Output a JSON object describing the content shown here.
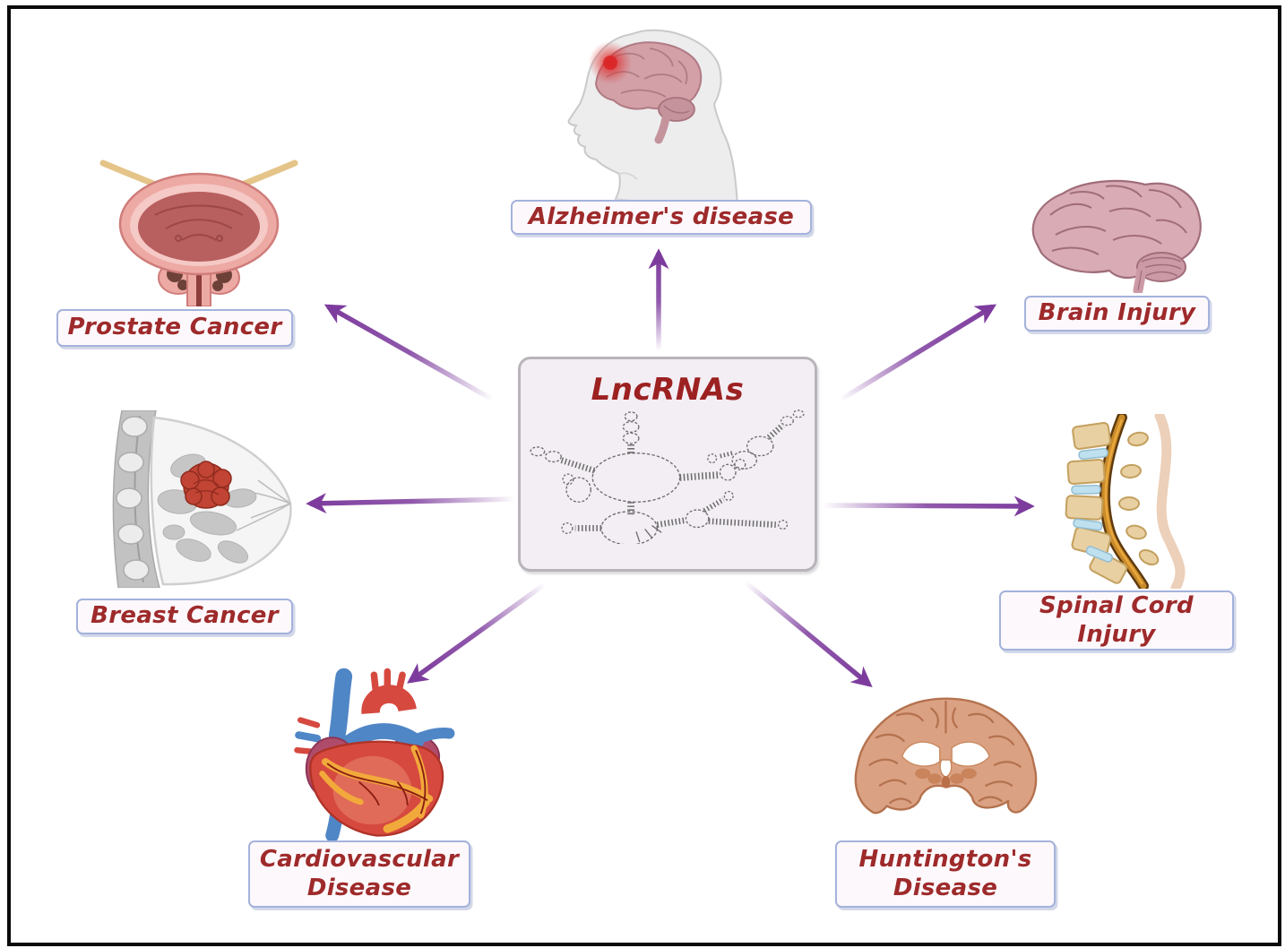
{
  "figure": {
    "type": "radial-diagram",
    "center": {
      "title": "LncRNAs",
      "illustration": "rna-secondary-structure"
    },
    "nodes": [
      {
        "id": "alzheimers-disease",
        "label": "Alzheimer's disease",
        "illustration": "human-head-profile-brain",
        "position": "top"
      },
      {
        "id": "prostate-cancer",
        "label": "Prostate Cancer",
        "illustration": "bladder-prostate",
        "position": "top-left"
      },
      {
        "id": "brain-injury",
        "label": "Brain Injury",
        "illustration": "brain-side-view",
        "position": "top-right"
      },
      {
        "id": "breast-cancer",
        "label": "Breast Cancer",
        "illustration": "breast-cross-section",
        "position": "left"
      },
      {
        "id": "spinal-cord-injury",
        "label": "Spinal Cord Injury",
        "illustration": "spine-sagittal-section",
        "position": "right"
      },
      {
        "id": "cardiovascular-disease",
        "label": "Cardiovascular Disease",
        "illustration": "heart-anatomy",
        "position": "bottom-left"
      },
      {
        "id": "huntingtons-disease",
        "label": "Huntington's Disease",
        "illustration": "brain-coronal-section",
        "position": "bottom-right"
      }
    ],
    "colors": {
      "label_text": "#9e2a2b",
      "label_border": "#a4b2dc",
      "label_background": "#fdf8fb",
      "arrow": "#7d3c9d",
      "center_title": "#9c2121",
      "center_background": "#f3eef4",
      "center_border": "#b8b4ba",
      "frame": "#0a0a0a"
    }
  }
}
